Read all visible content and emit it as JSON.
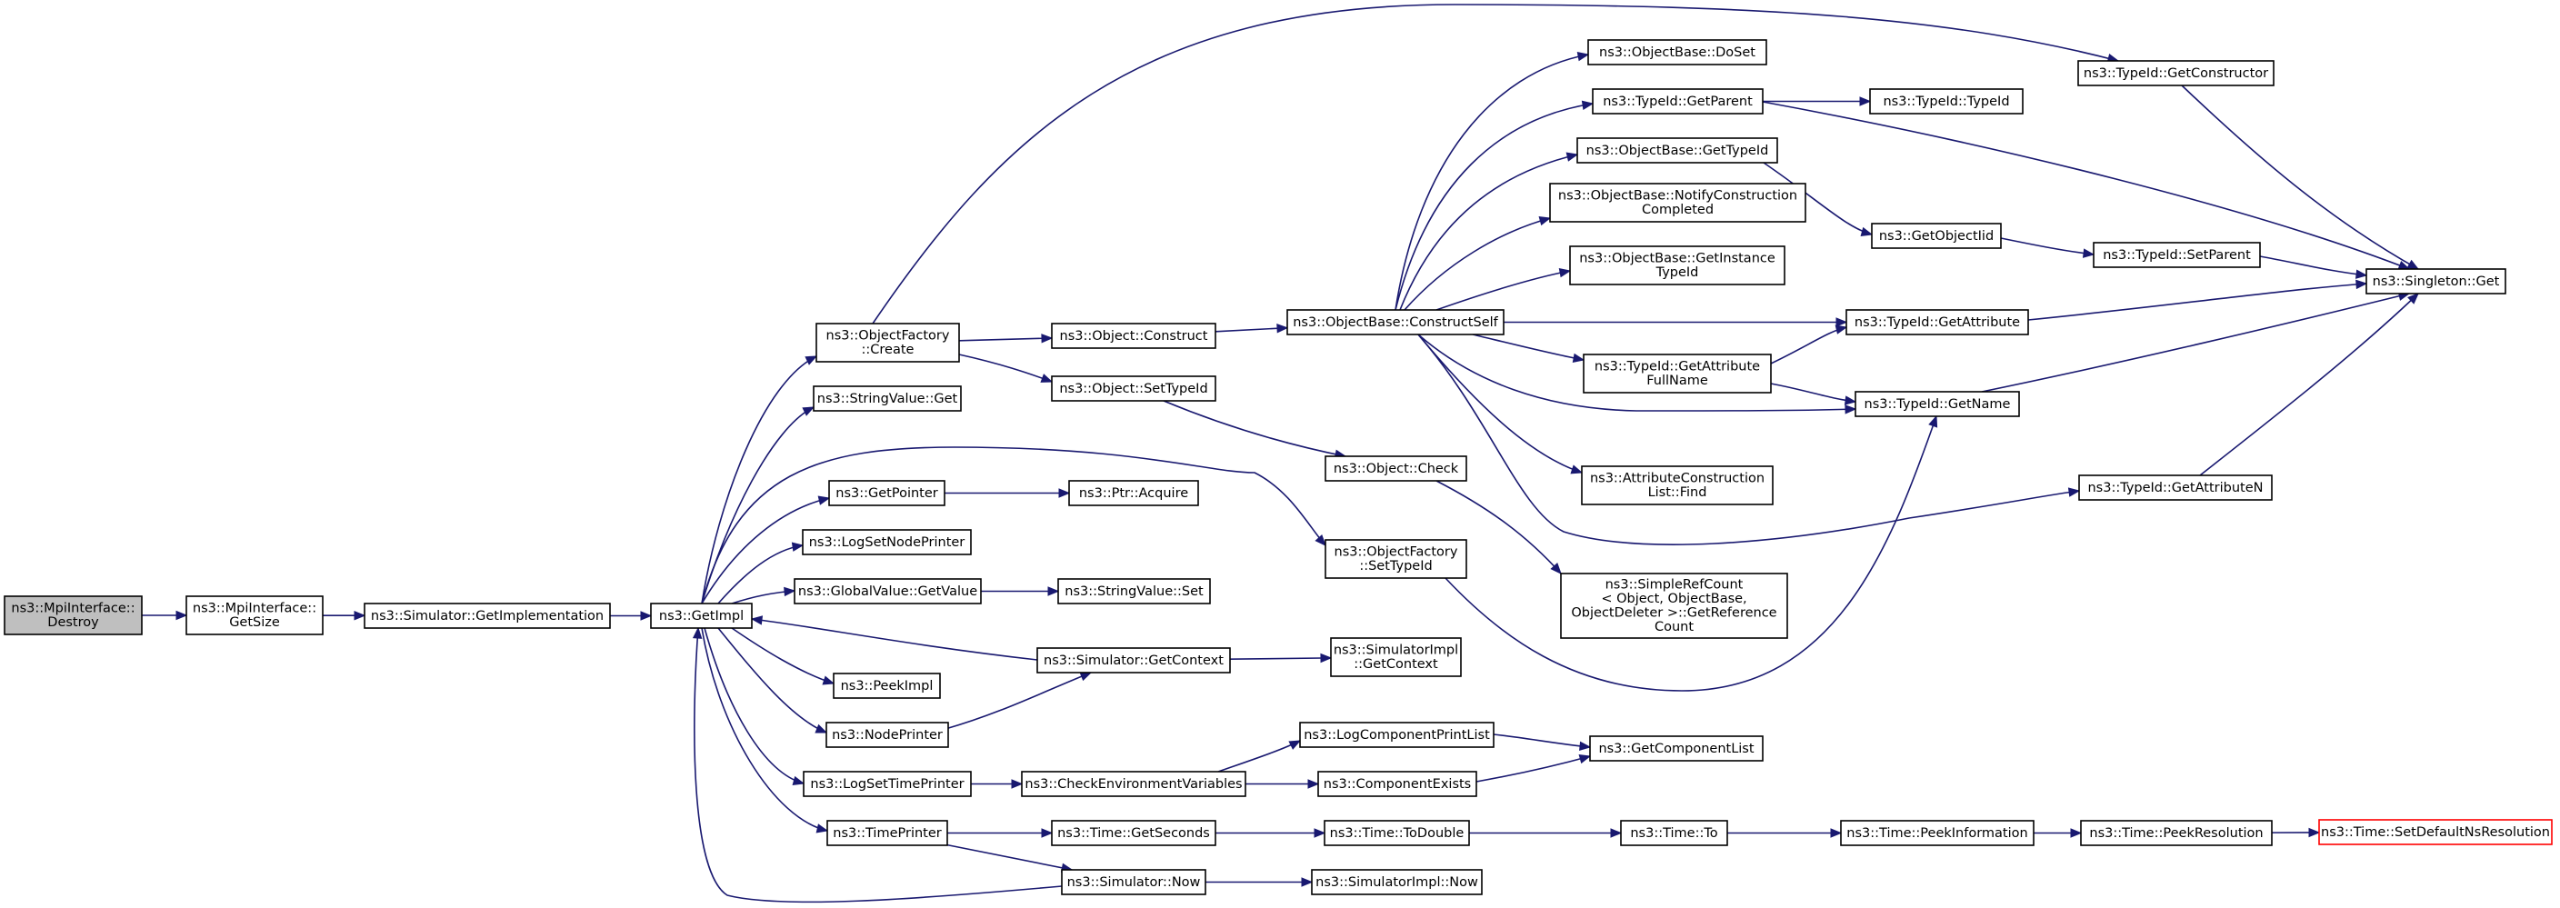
{
  "nodes": [
    {
      "id": "mpi_destroy",
      "lines": [
        "ns3::MpiInterface::",
        "Destroy"
      ],
      "style": "root"
    },
    {
      "id": "mpi_getsize",
      "lines": [
        "ns3::MpiInterface::",
        "GetSize"
      ]
    },
    {
      "id": "sim_getimpl",
      "lines": [
        "ns3::Simulator::GetImplementation"
      ]
    },
    {
      "id": "getimpl",
      "lines": [
        "ns3::GetImpl"
      ]
    },
    {
      "id": "of_create",
      "lines": [
        "ns3::ObjectFactory",
        "::Create"
      ]
    },
    {
      "id": "sv_get",
      "lines": [
        "ns3::StringValue::Get"
      ]
    },
    {
      "id": "getpointer",
      "lines": [
        "ns3::GetPointer"
      ]
    },
    {
      "id": "logsetnode",
      "lines": [
        "ns3::LogSetNodePrinter"
      ]
    },
    {
      "id": "gv_getvalue",
      "lines": [
        "ns3::GlobalValue::GetValue"
      ]
    },
    {
      "id": "peekimpl",
      "lines": [
        "ns3::PeekImpl"
      ]
    },
    {
      "id": "nodeprinter",
      "lines": [
        "ns3::NodePrinter"
      ]
    },
    {
      "id": "logsettime",
      "lines": [
        "ns3::LogSetTimePrinter"
      ]
    },
    {
      "id": "timeprinter",
      "lines": [
        "ns3::TimePrinter"
      ]
    },
    {
      "id": "obj_construct",
      "lines": [
        "ns3::Object::Construct"
      ]
    },
    {
      "id": "obj_settypeid",
      "lines": [
        "ns3::Object::SetTypeId"
      ]
    },
    {
      "id": "ptr_acquire",
      "lines": [
        "ns3::Ptr::Acquire"
      ]
    },
    {
      "id": "sv_set",
      "lines": [
        "ns3::StringValue::Set"
      ]
    },
    {
      "id": "sim_getcontext",
      "lines": [
        "ns3::Simulator::GetContext"
      ]
    },
    {
      "id": "checkenv",
      "lines": [
        "ns3::CheckEnvironmentVariables"
      ]
    },
    {
      "id": "time_getseconds",
      "lines": [
        "ns3::Time::GetSeconds"
      ]
    },
    {
      "id": "sim_now",
      "lines": [
        "ns3::Simulator::Now"
      ]
    },
    {
      "id": "ob_constructself",
      "lines": [
        "ns3::ObjectBase::ConstructSelf"
      ]
    },
    {
      "id": "obj_check",
      "lines": [
        "ns3::Object::Check"
      ]
    },
    {
      "id": "of_settypeid",
      "lines": [
        "ns3::ObjectFactory",
        "::SetTypeId"
      ]
    },
    {
      "id": "simimpl_getcontext",
      "lines": [
        "ns3::SimulatorImpl",
        "::GetContext"
      ]
    },
    {
      "id": "lc_printlist",
      "lines": [
        "ns3::LogComponentPrintList"
      ]
    },
    {
      "id": "compexists",
      "lines": [
        "ns3::ComponentExists"
      ]
    },
    {
      "id": "time_todouble",
      "lines": [
        "ns3::Time::ToDouble"
      ]
    },
    {
      "id": "simimpl_now",
      "lines": [
        "ns3::SimulatorImpl::Now"
      ]
    },
    {
      "id": "ob_doset",
      "lines": [
        "ns3::ObjectBase::DoSet"
      ]
    },
    {
      "id": "tid_getparent",
      "lines": [
        "ns3::TypeId::GetParent"
      ]
    },
    {
      "id": "ob_gettypeid",
      "lines": [
        "ns3::ObjectBase::GetTypeId"
      ]
    },
    {
      "id": "ob_notify",
      "lines": [
        "ns3::ObjectBase::NotifyConstruction",
        "Completed"
      ]
    },
    {
      "id": "ob_getinstance",
      "lines": [
        "ns3::ObjectBase::GetInstance",
        "TypeId"
      ]
    },
    {
      "id": "tid_getattrfull",
      "lines": [
        "ns3::TypeId::GetAttribute",
        "FullName"
      ]
    },
    {
      "id": "acl_find",
      "lines": [
        "ns3::AttributeConstruction",
        "List::Find"
      ]
    },
    {
      "id": "srefcount",
      "lines": [
        "ns3::SimpleRefCount",
        "< Object, ObjectBase,",
        " ObjectDeleter >::GetReference",
        "Count"
      ]
    },
    {
      "id": "getcomplist",
      "lines": [
        "ns3::GetComponentList"
      ]
    },
    {
      "id": "time_to",
      "lines": [
        "ns3::Time::To"
      ]
    },
    {
      "id": "tid_typeid",
      "lines": [
        "ns3::TypeId::TypeId"
      ]
    },
    {
      "id": "getobjectiid",
      "lines": [
        "ns3::GetObjectIid"
      ]
    },
    {
      "id": "tid_getattribute",
      "lines": [
        "ns3::TypeId::GetAttribute"
      ]
    },
    {
      "id": "tid_getname",
      "lines": [
        "ns3::TypeId::GetName"
      ]
    },
    {
      "id": "time_peekinfo",
      "lines": [
        "ns3::Time::PeekInformation"
      ]
    },
    {
      "id": "tid_getconstructor",
      "lines": [
        "ns3::TypeId::GetConstructor"
      ]
    },
    {
      "id": "tid_setparent",
      "lines": [
        "ns3::TypeId::SetParent"
      ]
    },
    {
      "id": "tid_getattributen",
      "lines": [
        "ns3::TypeId::GetAttributeN"
      ]
    },
    {
      "id": "time_peekres",
      "lines": [
        "ns3::Time::PeekResolution"
      ]
    },
    {
      "id": "singleton_get",
      "lines": [
        "ns3::Singleton::Get"
      ]
    },
    {
      "id": "time_setdefault",
      "lines": [
        "ns3::Time::SetDefaultNsResolution"
      ],
      "style": "red"
    }
  ],
  "edges": [
    [
      "mpi_destroy",
      "mpi_getsize"
    ],
    [
      "mpi_getsize",
      "sim_getimpl"
    ],
    [
      "sim_getimpl",
      "getimpl"
    ],
    [
      "getimpl",
      "of_create"
    ],
    [
      "getimpl",
      "sv_get"
    ],
    [
      "getimpl",
      "of_settypeid"
    ],
    [
      "getimpl",
      "getpointer"
    ],
    [
      "getimpl",
      "logsetnode"
    ],
    [
      "getimpl",
      "gv_getvalue"
    ],
    [
      "getimpl",
      "peekimpl"
    ],
    [
      "getimpl",
      "nodeprinter"
    ],
    [
      "getimpl",
      "logsettime"
    ],
    [
      "getimpl",
      "timeprinter"
    ],
    [
      "sim_getcontext",
      "getimpl"
    ],
    [
      "sim_now",
      "getimpl"
    ],
    [
      "of_create",
      "obj_construct"
    ],
    [
      "of_create",
      "obj_settypeid"
    ],
    [
      "of_create",
      "tid_getconstructor"
    ],
    [
      "getpointer",
      "ptr_acquire"
    ],
    [
      "gv_getvalue",
      "sv_set"
    ],
    [
      "nodeprinter",
      "sim_getcontext"
    ],
    [
      "logsettime",
      "checkenv"
    ],
    [
      "timeprinter",
      "time_getseconds"
    ],
    [
      "timeprinter",
      "sim_now"
    ],
    [
      "obj_construct",
      "ob_constructself"
    ],
    [
      "obj_settypeid",
      "obj_check"
    ],
    [
      "sim_getcontext",
      "simimpl_getcontext"
    ],
    [
      "checkenv",
      "lc_printlist"
    ],
    [
      "checkenv",
      "compexists"
    ],
    [
      "time_getseconds",
      "time_todouble"
    ],
    [
      "sim_now",
      "simimpl_now"
    ],
    [
      "ob_constructself",
      "ob_doset"
    ],
    [
      "ob_constructself",
      "tid_getparent"
    ],
    [
      "ob_constructself",
      "ob_gettypeid"
    ],
    [
      "ob_constructself",
      "ob_notify"
    ],
    [
      "ob_constructself",
      "ob_getinstance"
    ],
    [
      "ob_constructself",
      "tid_getattribute"
    ],
    [
      "ob_constructself",
      "tid_getattrfull"
    ],
    [
      "ob_constructself",
      "tid_getname"
    ],
    [
      "ob_constructself",
      "acl_find"
    ],
    [
      "ob_constructself",
      "tid_getattributen"
    ],
    [
      "obj_check",
      "srefcount"
    ],
    [
      "of_settypeid",
      "tid_getname"
    ],
    [
      "lc_printlist",
      "getcomplist"
    ],
    [
      "compexists",
      "getcomplist"
    ],
    [
      "time_todouble",
      "time_to"
    ],
    [
      "time_to",
      "time_peekinfo"
    ],
    [
      "tid_getparent",
      "tid_typeid"
    ],
    [
      "tid_getparent",
      "singleton_get"
    ],
    [
      "ob_gettypeid",
      "getobjectiid"
    ],
    [
      "getobjectiid",
      "tid_setparent"
    ],
    [
      "tid_getattrfull",
      "tid_getattribute"
    ],
    [
      "tid_getattrfull",
      "tid_getname"
    ],
    [
      "tid_getattribute",
      "singleton_get"
    ],
    [
      "tid_getname",
      "singleton_get"
    ],
    [
      "tid_getconstructor",
      "singleton_get"
    ],
    [
      "tid_setparent",
      "singleton_get"
    ],
    [
      "tid_getattributen",
      "singleton_get"
    ],
    [
      "time_peekinfo",
      "time_peekres"
    ],
    [
      "time_peekres",
      "time_setdefault"
    ]
  ]
}
